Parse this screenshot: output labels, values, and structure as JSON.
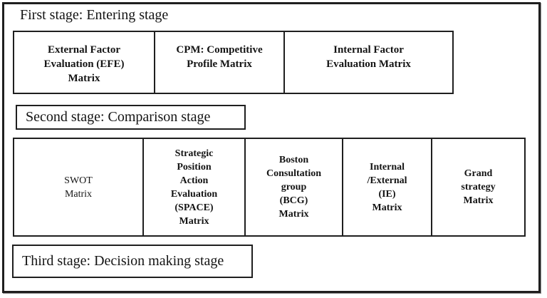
{
  "diagram": {
    "stages": [
      {
        "heading": "First stage: Entering stage",
        "boxes": [
          {
            "label": "External Factor\nEvaluation (EFE)\nMatrix"
          },
          {
            "label": "CPM: Competitive\nProfile Matrix"
          },
          {
            "label": "Internal Factor\nEvaluation Matrix"
          }
        ]
      },
      {
        "heading": "Second stage: Comparison stage",
        "boxes": [
          {
            "label": "SWOT\nMatrix"
          },
          {
            "label": "Strategic\nPosition\nAction\nEvaluation\n(SPACE)\nMatrix"
          },
          {
            "label": "Boston\nConsultation\ngroup\n(BCG)\nMatrix"
          },
          {
            "label": "Internal\n/External\n(IE)\nMatrix"
          },
          {
            "label": "Grand\nstrategy\nMatrix"
          }
        ]
      },
      {
        "heading": "Third stage: Decision making stage",
        "boxes": []
      }
    ],
    "colors": {
      "border": "#1f1f1f",
      "text": "#141414",
      "background": "#ffffff"
    }
  }
}
